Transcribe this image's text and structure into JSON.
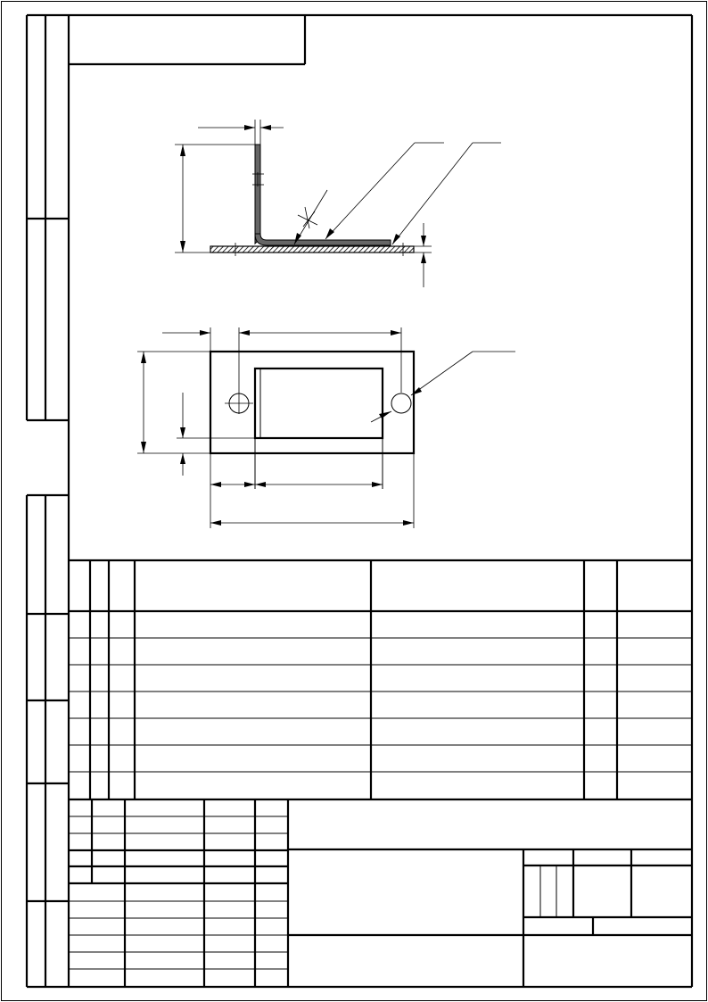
{
  "drawing": {
    "type": "technical drawing sheet",
    "views": [
      "side-view",
      "plan-view"
    ],
    "colors": {
      "line": "#000000",
      "background": "#ffffff",
      "section_fill": "#555555"
    }
  }
}
